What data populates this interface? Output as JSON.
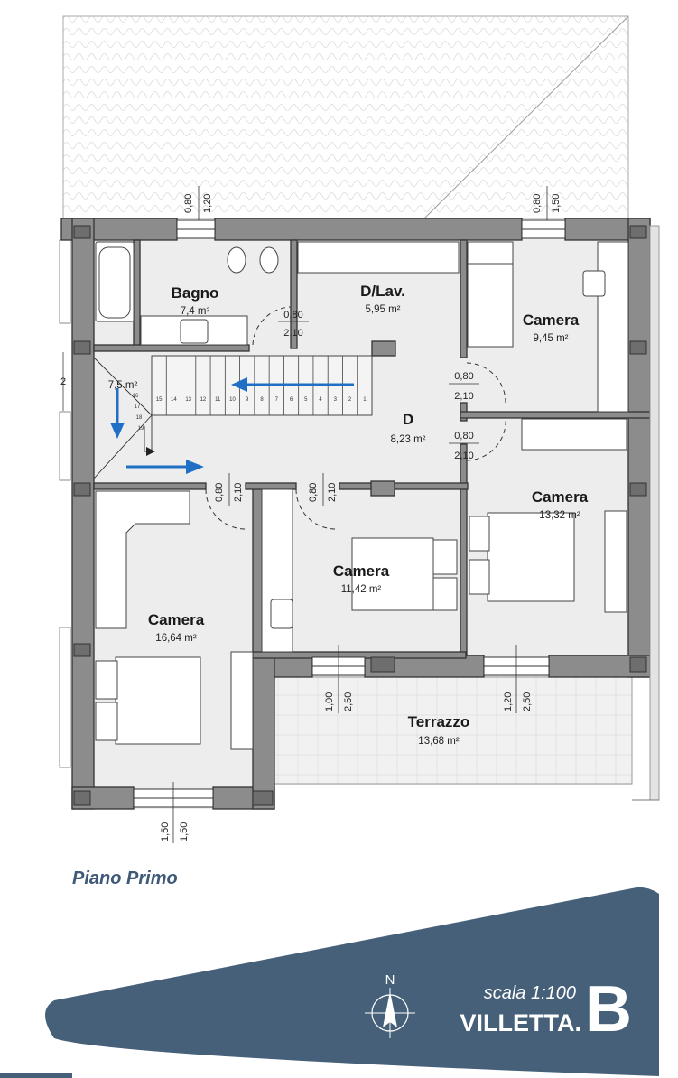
{
  "plan_title": "Piano Primo",
  "rooms": {
    "bagno": {
      "name": "Bagno",
      "area": "7,4 m²"
    },
    "dlav": {
      "name": "D/Lav.",
      "area": "5,95 m²"
    },
    "camera_ne": {
      "name": "Camera",
      "area": "9,45 m²"
    },
    "stair": {
      "area": "7,5 m²"
    },
    "disimpegno": {
      "name": "D",
      "area": "8,23 m²"
    },
    "camera_e": {
      "name": "Camera",
      "area": "13,32 m²"
    },
    "camera_c": {
      "name": "Camera",
      "area": "11,42 m²"
    },
    "camera_w": {
      "name": "Camera",
      "area": "16,64 m²"
    },
    "terrazzo": {
      "name": "Terrazzo",
      "area": "13,68 m²"
    }
  },
  "dimensions": {
    "win_bagno_w": "0,80",
    "win_bagno_h": "1,20",
    "win_ne_w": "0,80",
    "win_ne_h": "1,50",
    "door_bagno_w": "0,80",
    "door_bagno_h": "2,10",
    "door_ne_w": "0,80",
    "door_ne_h": "2,10",
    "door_e_w": "0,80",
    "door_e_h": "2,10",
    "door_w_w": "0,80",
    "door_w_h": "2,10",
    "door_c_w": "0,80",
    "door_c_h": "2,10",
    "win_c_w": "1,00",
    "win_c_h": "2,50",
    "win_e_w": "1,20",
    "win_e_h": "2,50",
    "win_w_w": "1,50",
    "win_w_h": "1,50",
    "left_edge": "2"
  },
  "stair_steps": [
    "1",
    "2",
    "3",
    "4",
    "5",
    "6",
    "7",
    "8",
    "9",
    "10",
    "11",
    "12",
    "13",
    "14",
    "15",
    "16",
    "17",
    "18",
    "19"
  ],
  "banner": {
    "north": "N",
    "scale": "scala 1:100",
    "villa": "VILLETTA.",
    "letter": "B",
    "color": "#46607a"
  },
  "colors": {
    "wall": "#8c8c8c",
    "floor": "#ececec",
    "arrow": "#1f6fc4",
    "caption": "#3f5a78"
  }
}
